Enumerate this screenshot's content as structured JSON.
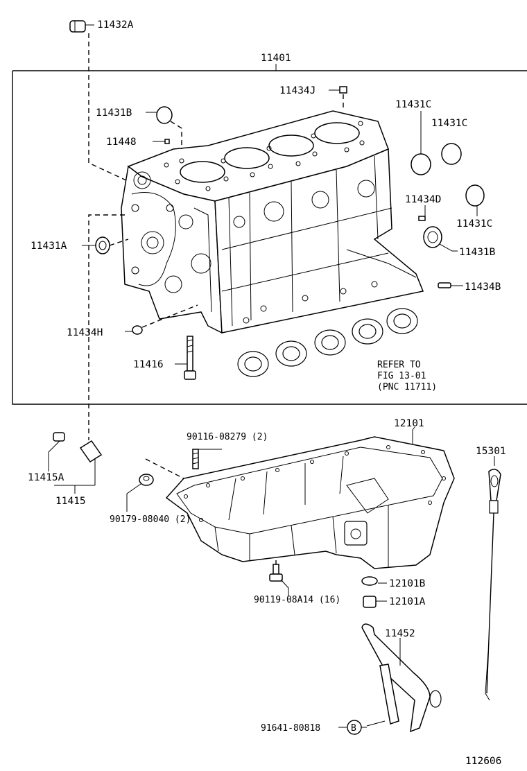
{
  "callouts": {
    "p11432A": "11432A",
    "p11401": "11401",
    "p11434J": "11434J",
    "p11431B_top": "11431B",
    "p11431C_1": "11431C",
    "p11431C_2": "11431C",
    "p11448": "11448",
    "p11434D": "11434D",
    "p11431C_3": "11431C",
    "p11431A": "11431A",
    "p11431B": "11431B",
    "p11434B": "11434B",
    "p11434H": "11434H",
    "p11416": "11416",
    "refer_line1": "REFER TO",
    "refer_line2": "FIG 13-01",
    "refer_line3": "(PNC 11711)",
    "p12101": "12101",
    "p90116": "90116-08279 (2)",
    "p15301": "15301",
    "p11415A": "11415A",
    "p11415": "11415",
    "p90179": "90179-08040 (2)",
    "p12101B": "12101B",
    "p90119": "90119-08A14 (16)",
    "p12101A": "12101A",
    "p11452": "11452",
    "p91641": "91641-80818",
    "circle_b": "B",
    "figure_no": "112606"
  }
}
